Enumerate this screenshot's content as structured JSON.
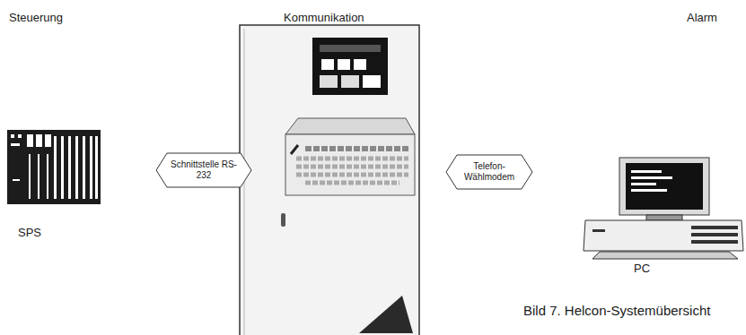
{
  "diagram": {
    "caption": "Bild 7. Helcon-Systemübersicht",
    "nodes": [
      {
        "text": [
          "Schnittstelle RS-232"
        ]
      },
      {
        "text": [
          "Telefon-Wählmodem"
        ]
      }
    ],
    "labels": [
      "Steuerung",
      "Kommunikation",
      "Alarm",
      "SPS",
      "PC"
    ]
  }
}
